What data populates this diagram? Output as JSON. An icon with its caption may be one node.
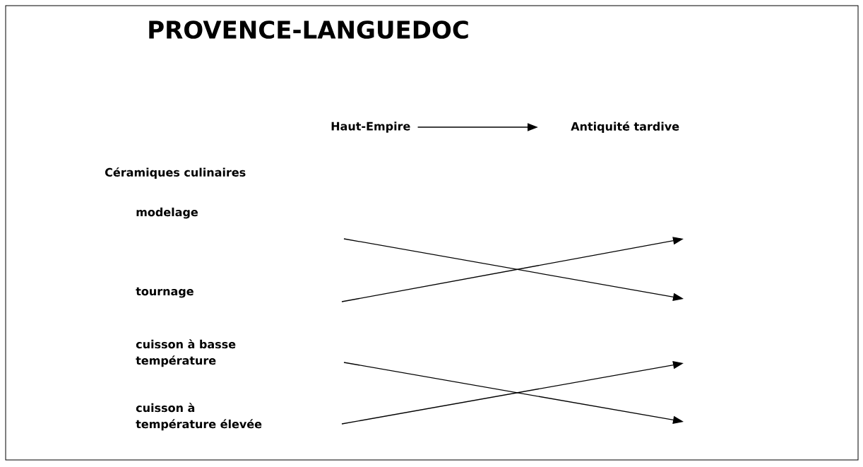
{
  "diagram": {
    "title": "PROVENCE-LANGUEDOC",
    "nodes": [
      {
        "text": [
          "Haut-Empire"
        ]
      },
      {
        "text": [
          "Antiquité tardive"
        ]
      },
      {
        "text": [
          "modelage"
        ]
      },
      {
        "text": [
          "tournage"
        ]
      },
      {
        "text": [
          "cuisson à basse température"
        ]
      },
      {
        "text": [
          "cuisson à température élevée"
        ]
      }
    ],
    "edges": [
      {
        "from": 0,
        "to": 1,
        "arrow": "to"
      }
    ],
    "labels": [
      "Céramiques culinaires"
    ]
  }
}
